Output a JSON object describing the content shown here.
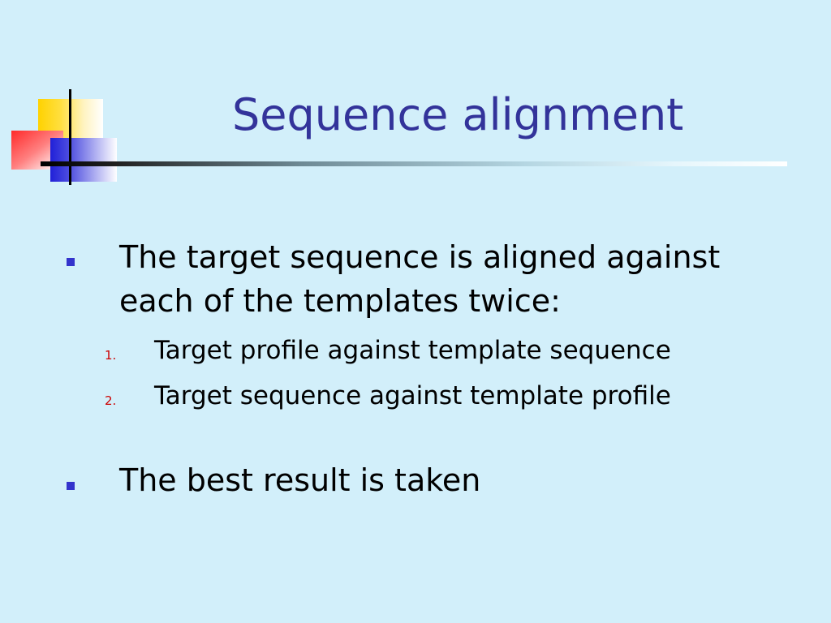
{
  "slide": {
    "title": "Sequence alignment",
    "bullets": [
      {
        "lines": [
          "The target sequence is aligned against",
          "each of the templates twice:"
        ],
        "subitems": [
          {
            "number": "1.",
            "text": "Target profile against template sequence"
          },
          {
            "number": "2.",
            "text": "Target sequence against template profile"
          }
        ]
      },
      {
        "lines": [
          "The best result is taken"
        ]
      }
    ]
  },
  "colors": {
    "background": "#d2effa",
    "title": "#33339a",
    "bullet": "#3333cc",
    "numbering": "#cc0000"
  }
}
